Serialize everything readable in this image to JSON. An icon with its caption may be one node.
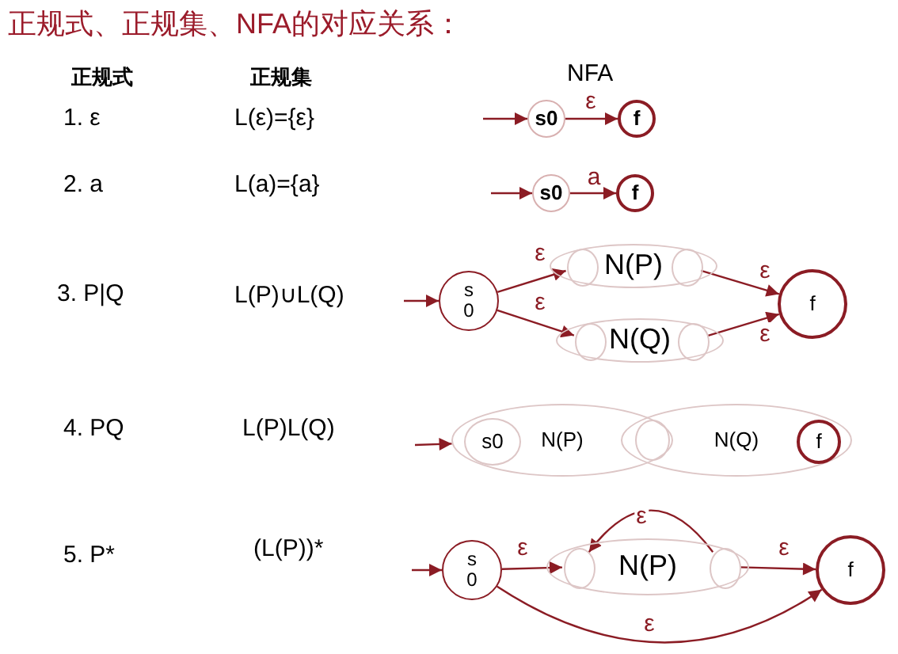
{
  "diagram": {
    "title": "正规式、正规集、NFA的对应关系：",
    "nodes": [
      {
        "text": [
          "s0"
        ]
      },
      {
        "text": [
          "f"
        ]
      },
      {
        "text": [
          "s0"
        ]
      },
      {
        "text": [
          "f"
        ]
      },
      {
        "text": [
          "s 0"
        ]
      },
      {
        "text": [
          "N(P)"
        ]
      },
      {
        "text": [],
        "shape": "circle",
        "in": 5
      },
      {
        "text": [],
        "shape": "circle",
        "in": 5
      },
      {
        "text": [
          "N(Q)"
        ]
      },
      {
        "text": [],
        "shape": "circle",
        "in": 8
      },
      {
        "text": [],
        "shape": "circle",
        "in": 8
      },
      {
        "text": [
          "f"
        ]
      },
      {
        "text": [
          "N(P)"
        ]
      },
      {
        "text": [
          "s0"
        ],
        "in": 12
      },
      {
        "text": [
          "N(Q)"
        ]
      },
      {
        "text": [],
        "shape": "circle"
      },
      {
        "text": [
          "f"
        ],
        "in": 14
      },
      {
        "text": [
          "s 0"
        ]
      },
      {
        "text": [
          "N(P)"
        ]
      },
      {
        "text": [],
        "shape": "circle",
        "in": 18
      },
      {
        "text": [],
        "shape": "circle",
        "in": 18
      },
      {
        "text": [
          "f"
        ]
      }
    ],
    "edges": [
      {
        "from": null,
        "to": 0,
        "arrow": "to"
      },
      {
        "from": 0,
        "to": 1,
        "arrow": "to",
        "label": "ε"
      },
      {
        "from": null,
        "to": 2,
        "arrow": "to"
      },
      {
        "from": 2,
        "to": 3,
        "arrow": "to",
        "label": "a"
      },
      {
        "from": null,
        "to": 4,
        "arrow": "to"
      },
      {
        "from": 4,
        "to": 6,
        "arrow": "to",
        "label": "ε"
      },
      {
        "from": 4,
        "to": 9,
        "arrow": "to",
        "label": "ε"
      },
      {
        "from": 7,
        "to": 11,
        "arrow": "to",
        "label": "ε"
      },
      {
        "from": 10,
        "to": 11,
        "arrow": "to",
        "label": "ε"
      },
      {
        "from": null,
        "to": 12,
        "arrow": "to"
      },
      {
        "from": null,
        "to": 17,
        "arrow": "to"
      },
      {
        "from": 17,
        "to": 19,
        "arrow": "to",
        "label": "ε"
      },
      {
        "from": 20,
        "to": 19,
        "arrow": "to",
        "label": "ε"
      },
      {
        "from": 20,
        "to": 21,
        "arrow": "to",
        "label": "ε"
      },
      {
        "from": 17,
        "to": 21,
        "arrow": "to",
        "label": "ε"
      }
    ],
    "labels": [
      "正规式",
      "正规集",
      "NFA",
      "1. ε",
      "L(ε)={ε}",
      "2. a",
      "L(a)={a}",
      "3. P|Q",
      "L(P)∪L(Q)",
      "4. PQ",
      "L(P)L(Q)",
      "5. P*",
      "(L(P))*"
    ]
  }
}
